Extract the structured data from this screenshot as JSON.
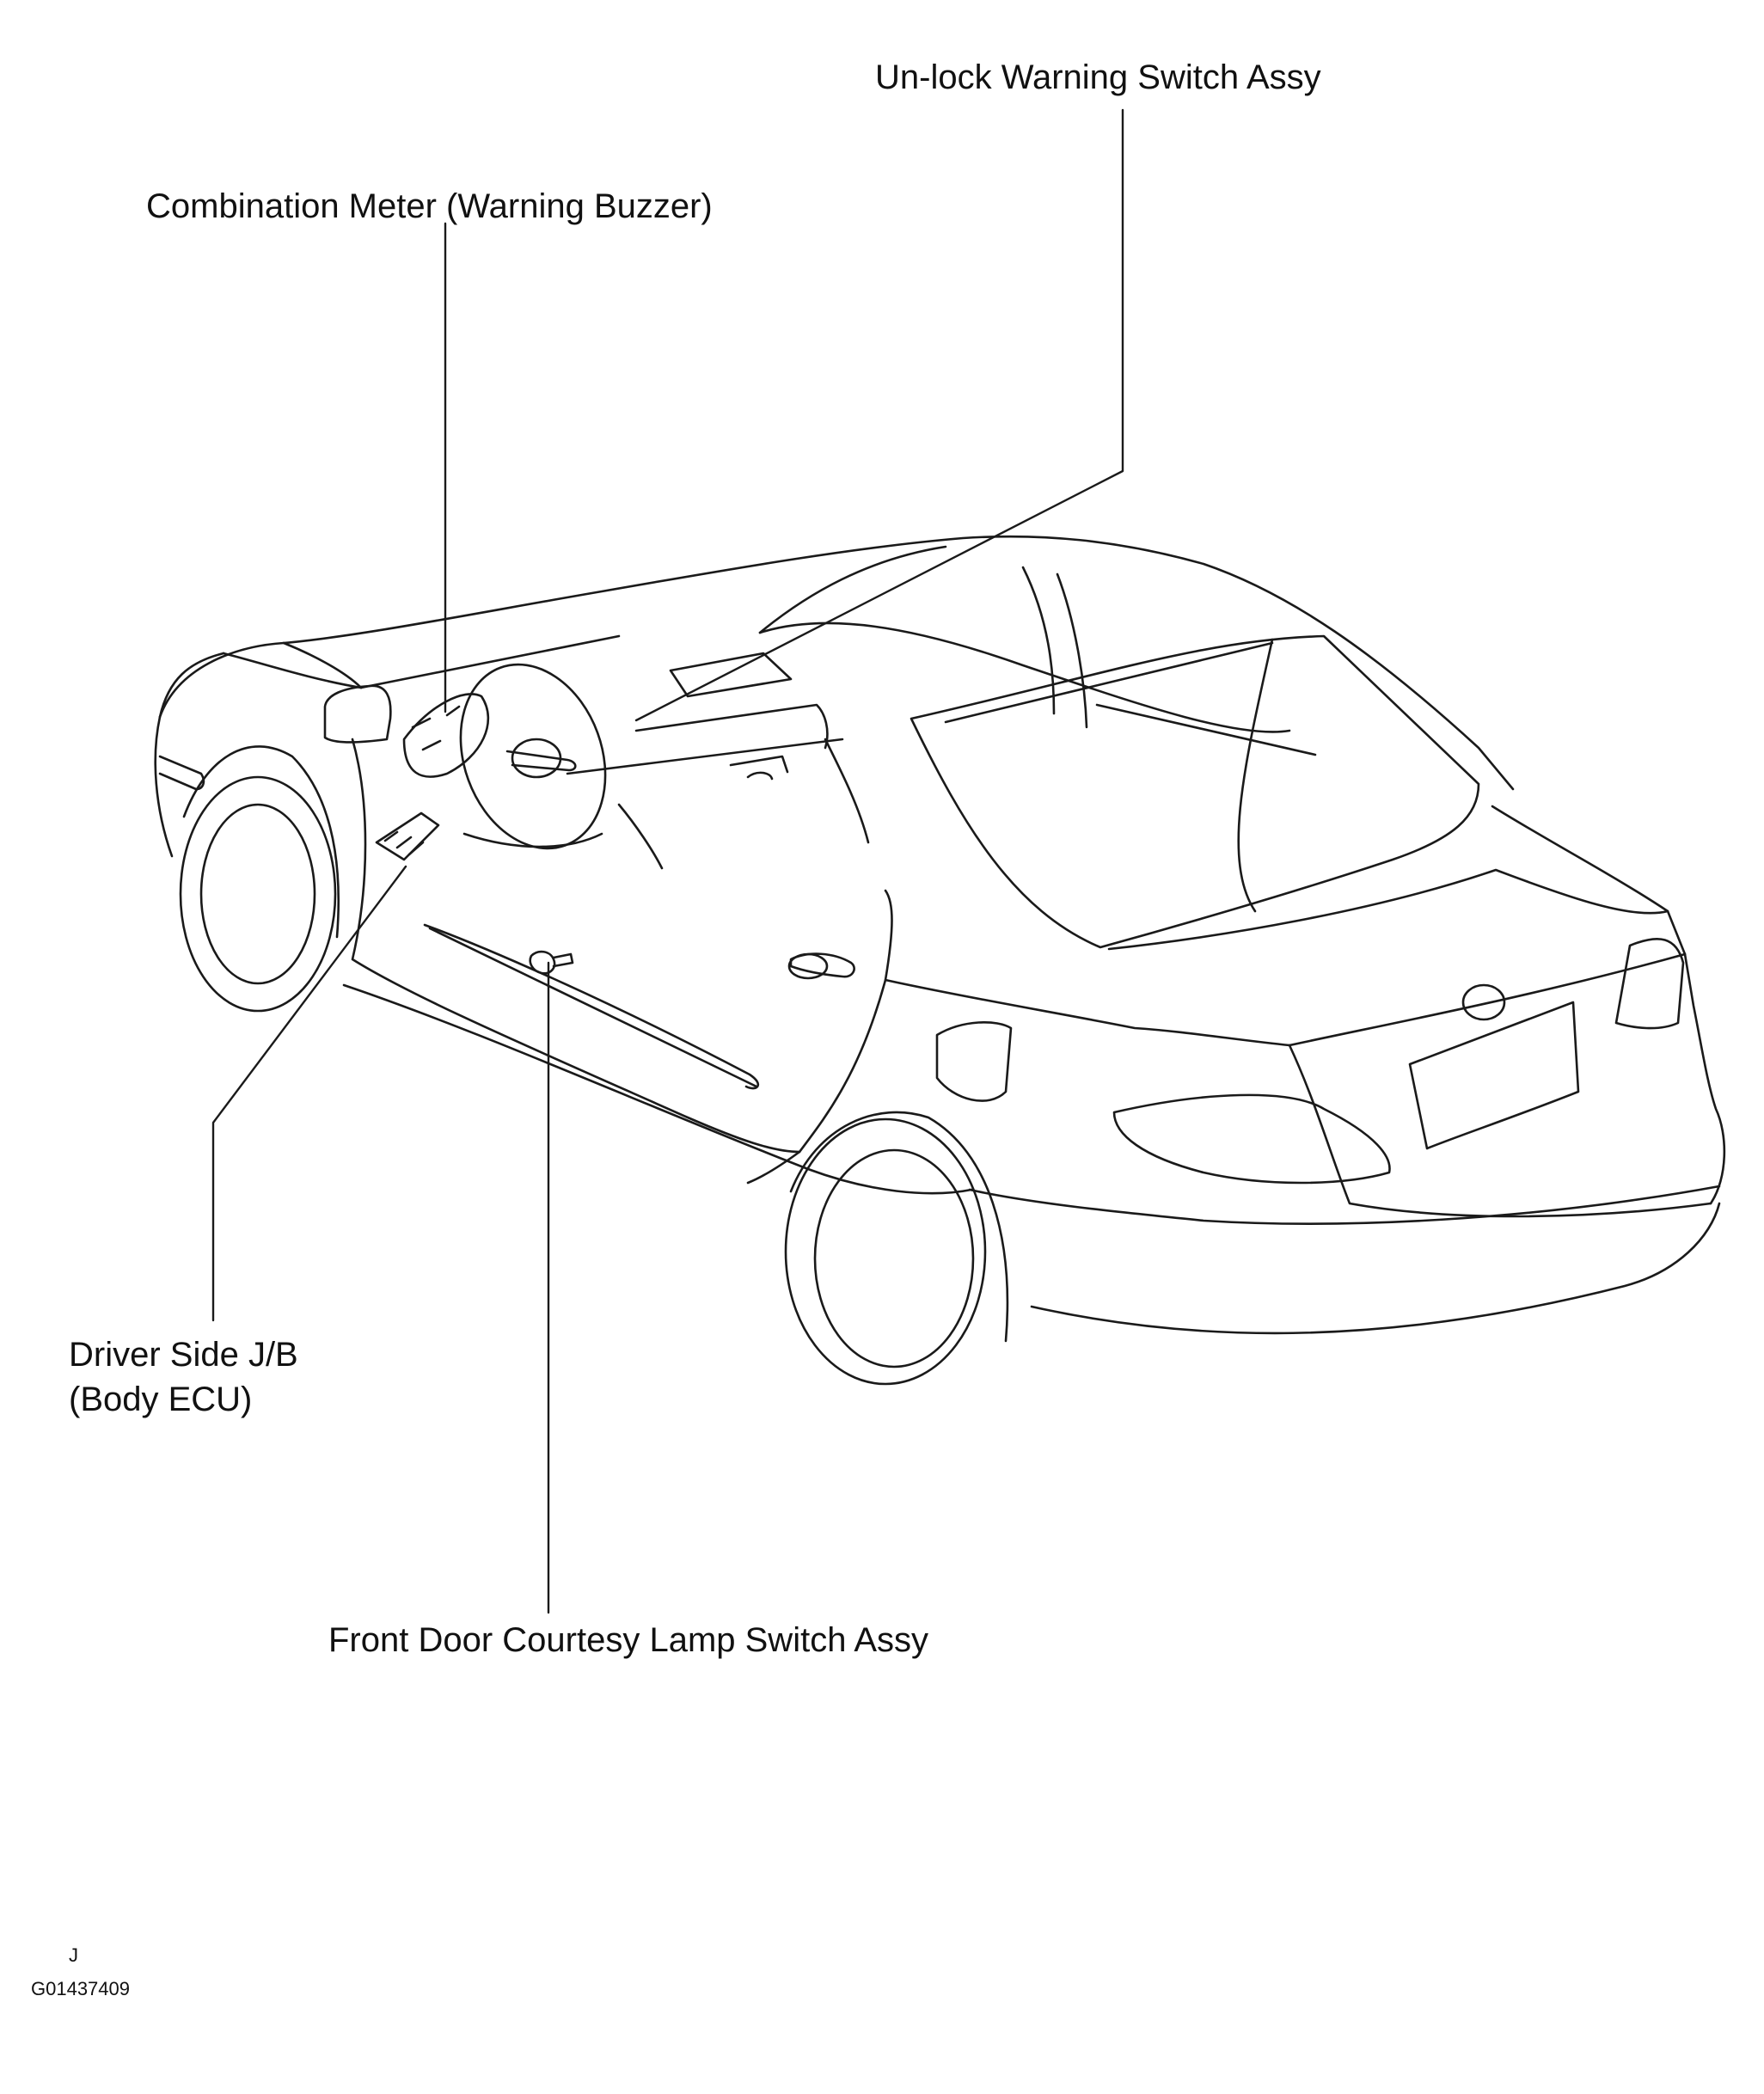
{
  "labels": {
    "unlock_switch": "Un-lock Warning Switch Assy",
    "combination_meter": "Combination Meter (Warning Buzzer)",
    "driver_jb_line1": "Driver Side J/B",
    "driver_jb_line2": "(Body ECU)",
    "door_courtesy_switch": "Front Door Courtesy Lamp Switch Assy"
  },
  "corner_mark": "J",
  "figure_code": "G01437409"
}
